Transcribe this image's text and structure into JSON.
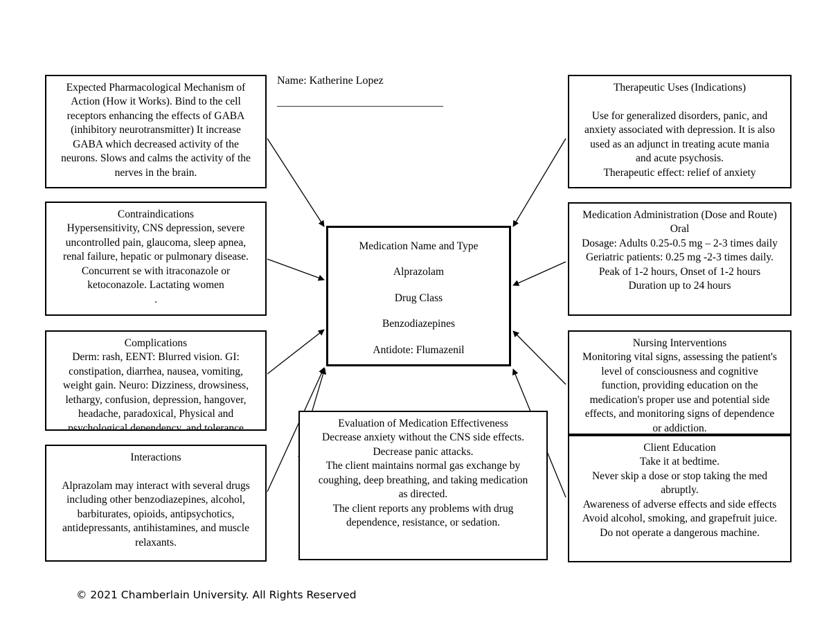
{
  "header": {
    "name_label": "Name: Katherine Lopez",
    "rule": "______________________________"
  },
  "center": {
    "label_name_type": "Medication Name and Type",
    "medication": "Alprazolam",
    "label_drug_class": "Drug Class",
    "drug_class": "Benzodiazepines",
    "antidote": "Antidote: Flumazenil"
  },
  "nodes": {
    "mechanism": {
      "title": "Expected Pharmacological Mechanism of",
      "lines": [
        "Expected Pharmacological Mechanism of",
        "Action (How it Works). Bind to the cell",
        "receptors enhancing the effects of GABA",
        "(inhibitory neurotransmitter) It increase",
        "GABA which decreased activity of the",
        "neurons. Slows and calms the activity of the",
        "nerves in the brain."
      ]
    },
    "contraindications": {
      "title": "Contraindications",
      "lines": [
        "Contraindications",
        "Hypersensitivity, CNS depression, severe",
        "uncontrolled pain, glaucoma, sleep apnea,",
        "renal failure, hepatic or pulmonary disease.",
        "Concurrent se with itraconazole or",
        "ketoconazole. Lactating women",
        "."
      ]
    },
    "complications": {
      "title": "Complications",
      "lines": [
        "Complications",
        "Derm: rash, EENT: Blurred vision. GI:",
        "constipation, diarrhea, nausea, vomiting,",
        "weight gain. Neuro: Dizziness, drowsiness,",
        "lethargy, confusion, depression, hangover,",
        "headache, paradoxical, Physical and",
        "psychological dependency, and tolerance"
      ]
    },
    "interactions": {
      "title": "Interactions",
      "lines": [
        "Interactions",
        "",
        "Alprazolam may interact with several drugs",
        "including other benzodiazepines, alcohol,",
        "barbiturates, opioids, antipsychotics,",
        "antidepressants, antihistamines, and muscle",
        "relaxants."
      ]
    },
    "therapeutic": {
      "title": "Therapeutic Uses (Indications)",
      "lines": [
        "Therapeutic Uses (Indications)",
        "",
        "Use for generalized disorders, panic, and",
        "anxiety associated with depression. It is also",
        "used as an adjunct in treating acute mania",
        "and acute psychosis.",
        "Therapeutic effect: relief of anxiety"
      ]
    },
    "administration": {
      "title": "Medication Administration (Dose and Route)",
      "lines": [
        "Medication Administration (Dose and Route)",
        "Oral",
        "Dosage: Adults 0.25-0.5 mg – 2-3 times daily",
        "Geriatric patients: 0.25 mg -2-3 times daily.",
        "Peak of 1-2 hours, Onset of 1-2 hours",
        "Duration up to 24 hours"
      ]
    },
    "nursing": {
      "title": "Nursing Interventions",
      "lines": [
        "Nursing Interventions",
        "Monitoring vital signs, assessing the patient's",
        "level of consciousness and cognitive",
        "function, providing education on the",
        "medication's proper use and potential side",
        "effects, and monitoring signs of dependence",
        "or addiction."
      ]
    },
    "education": {
      "title": "Client Education",
      "lines": [
        "Client Education",
        "Take it at bedtime.",
        "Never skip a dose or stop taking the med",
        "abruptly.",
        "Awareness of adverse effects and side effects",
        "Avoid alcohol, smoking, and grapefruit juice.",
        "Do not operate a dangerous machine."
      ]
    },
    "evaluation": {
      "title": "Evaluation of Medication Effectiveness",
      "lines": [
        "Evaluation of Medication Effectiveness",
        "Decrease anxiety without the CNS side effects.",
        "Decrease panic attacks.",
        "The client maintains normal gas exchange by",
        "coughing, deep breathing, and taking medication",
        "as directed.",
        "The client reports any problems with drug",
        "dependence, resistance, or sedation."
      ]
    }
  },
  "footer": {
    "copyright": "© 2021 Chamberlain University. All Rights Reserved"
  },
  "colors": {
    "border": "#000000",
    "text": "#000000",
    "background": "#ffffff",
    "connector": "#000000"
  }
}
